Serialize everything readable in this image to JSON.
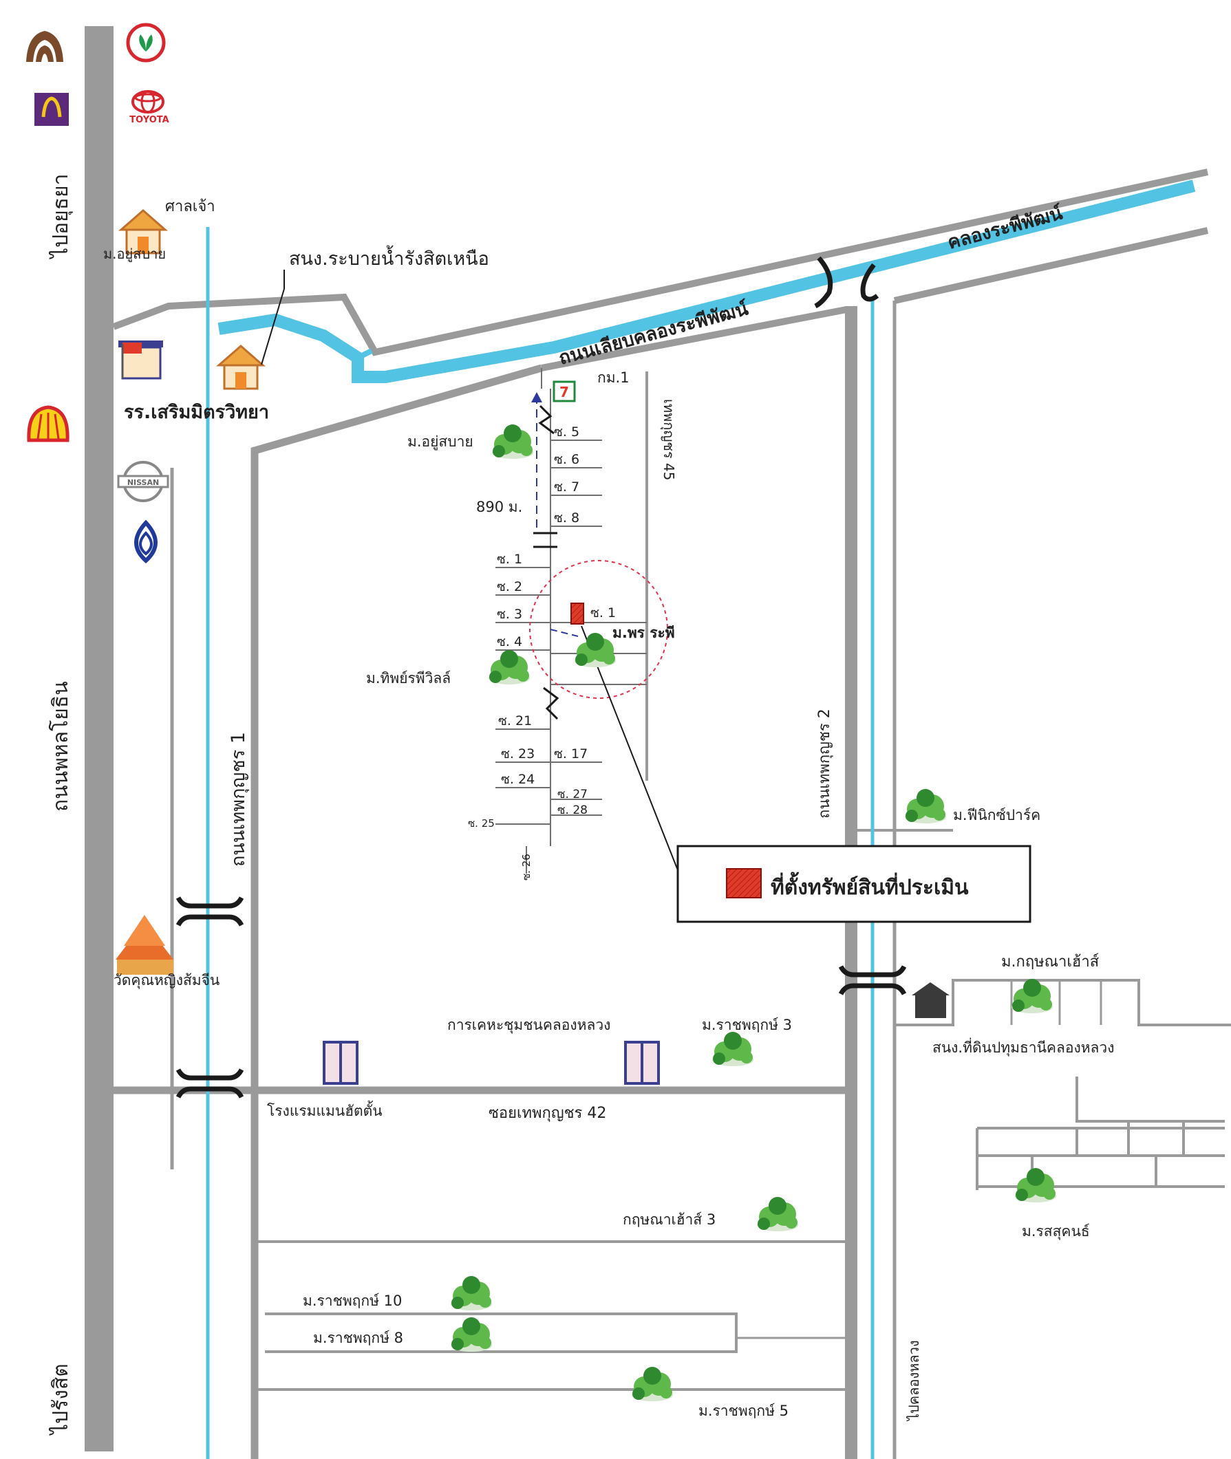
{
  "roads": {
    "phahonyothin": "ถนนพหลโยธิน",
    "to_ayutthaya": "ไปอยุธยา",
    "to_rangsit": "ไปรังสิต",
    "thep_kunchon_1": "ถนนเทพกุญชร 1",
    "thep_kunchon_2": "ถนนเทพกุญชร 2",
    "liap_khlong_raphiphat": "ถนนเลียบคลองระพีพัฒน์",
    "soi_thep_kunchon_42": "ซอยเทพกุญชร 42",
    "thep_kunchon_45": "เทพกุญชร 45",
    "to_khlong_luang": "ไปคลองหลวง"
  },
  "canals": {
    "khlong_raphiphat": "คลองระพีพัฒน์"
  },
  "places": {
    "san_chao": "ศาลเจ้า",
    "moo_ban_yu_sabai_top": "ม.อยู่สบาย",
    "drainage_station": "สนง.ระบายน้ำรังสิตเหนือ",
    "school": "รร.เสริมมิตรวิทยา",
    "moo_ban_yu_sabai": "ม.อยู่สบาย",
    "km1": "กม.1",
    "distance": "890 ม.",
    "moo_ban_tippawi": "ม.ทิพย์รพีวิลล์",
    "moo_ban_phon_raphi": "ม.พร ระพี",
    "moo_ban_phoenix": "ม.ฟีนิกซ์ปาร์ค",
    "moo_ban_kritsana": "ม.กฤษณาเฮ้าส์",
    "land_office": "สนง.ที่ดินปทุมธานีคลองหลวง",
    "wat": "วัดคุณหญิงส้มจีน",
    "community_housing": "การเคหะชุมชนคลองหลวง",
    "moo_ban_ratchaphruek_3": "ม.ราชพฤกษ์ 3",
    "hotel": "โรงแรมแมนฮัตตั้น",
    "kritsana_3": "กฤษณาเฮ้าส์ 3",
    "moo_ban_rotsukon": "ม.รสสุคนธ์",
    "moo_ban_ratchaphruek_10": "ม.ราชพฤกษ์ 10",
    "moo_ban_ratchaphruek_8": "ม.ราชพฤกษ์ 8",
    "moo_ban_ratchaphruek_5": "ม.ราชพฤกษ์ 5"
  },
  "sois": {
    "right_upper": [
      "ซ. 5",
      "ซ. 6",
      "ซ. 7",
      "ซ. 8"
    ],
    "left_mid": [
      "ซ. 1",
      "ซ. 2",
      "ซ. 3",
      "ซ. 4"
    ],
    "right_mid": "ซ. 1",
    "left_lower": [
      "ซ. 21",
      "ซ. 23",
      "ซ. 24",
      "ซ. 25",
      "ซ. 26"
    ],
    "right_lower": [
      "ซ. 17",
      "ซ. 27",
      "ซ. 28"
    ]
  },
  "brands": {
    "toyota": "TOYOTA",
    "nissan": "NISSAN"
  },
  "legend": {
    "label": "ที่ตั้งทรัพย์สินที่ประเมิน"
  },
  "colors": {
    "road": "#9a9a9a",
    "canal": "#53c3e3",
    "property": "#e03b2a",
    "circle": "#e0324a",
    "tree": "#5fb84a"
  }
}
